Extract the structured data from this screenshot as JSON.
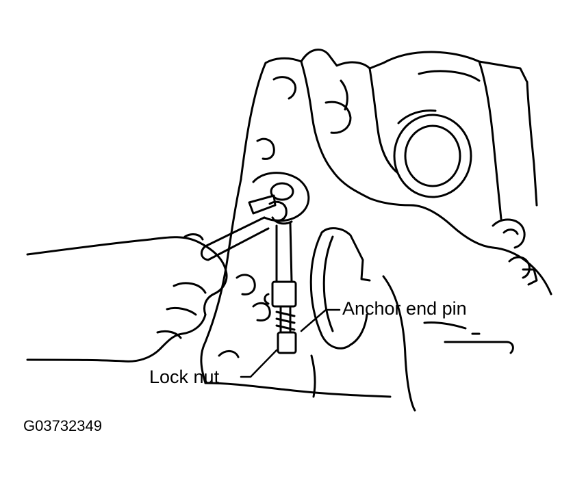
{
  "labels": {
    "anchor_end_pin": "Anchor end pin",
    "lock_nut": "Lock nut"
  },
  "figure_id": "G03732349",
  "colors": {
    "line": "#000000",
    "background": "#ffffff"
  }
}
